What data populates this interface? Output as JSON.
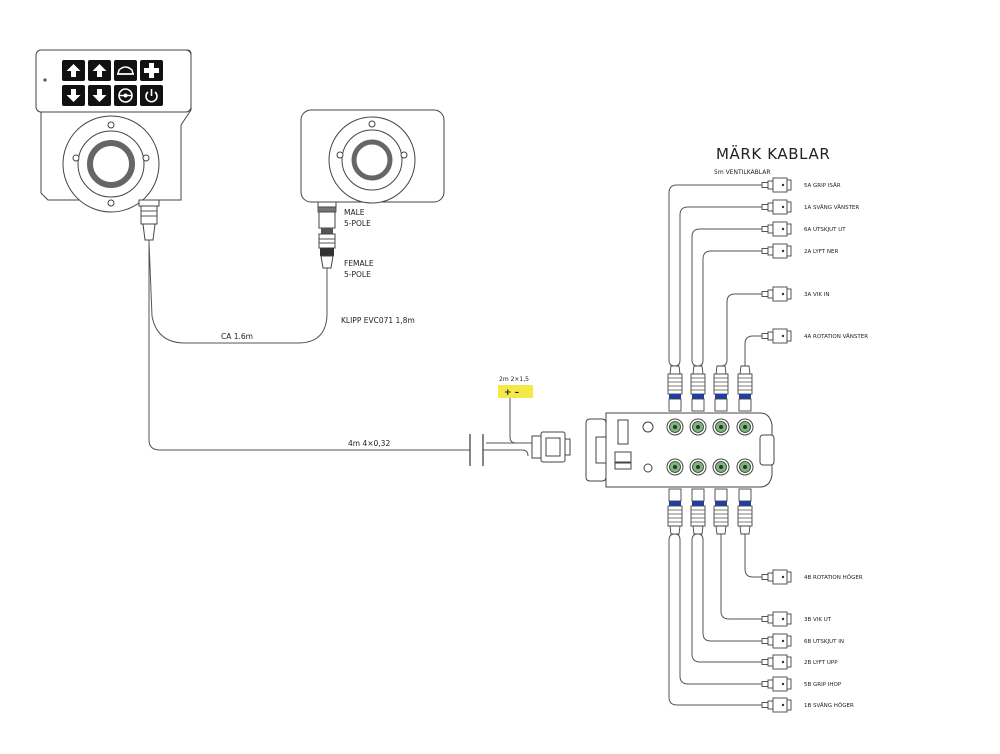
{
  "title": "MÄRK KABLAR",
  "ventil_caption": "5m VENTILKABLAR",
  "male_label": [
    "MALE",
    "5-POLE"
  ],
  "female_label": [
    "FEMALE",
    "5-POLE"
  ],
  "klipp_label": "KLIPP EVC071 1,8m",
  "ca_label": "CA 1.6m",
  "main_cable_label": "4m 4×0,32",
  "power_label": "2m 2×1,5",
  "power_symbols": "+  –",
  "colors": {
    "highlight": "#f5e94a",
    "key_bg": "#111111",
    "port_green": "#7ab87a",
    "seal_blue": "#1f3fa3"
  },
  "keypad_icons": [
    "arrow-up-icon",
    "arrow-up-icon",
    "car-icon",
    "plus-icon",
    "arrow-down-icon",
    "arrow-down-icon",
    "steering-wheel-icon",
    "power-icon"
  ],
  "top_labels": [
    "5A GRIP ISÄR",
    "1A SVÄNG VÄNSTER",
    "6A UTSKJUT UT",
    "2A LYFT NER",
    "3A VIK IN",
    "4A ROTATION VÄNSTER"
  ],
  "bottom_labels": [
    "4B ROTATION HÖGER",
    "3B VIK UT",
    "6B UTSKJUT IN",
    "2B LYFT UPP",
    "5B GRIP IHOP",
    "1B SVÄNG HÖGER"
  ]
}
